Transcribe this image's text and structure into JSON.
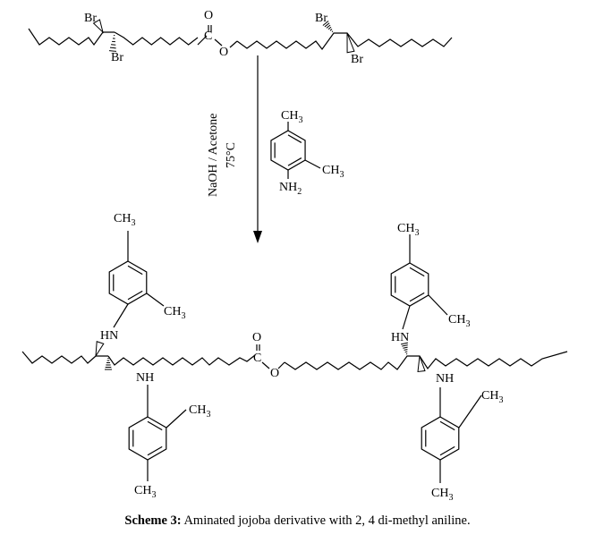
{
  "reactant": {
    "carbonyl_o": "O",
    "carbonyl_c": "C",
    "ester_o": "O",
    "br1": "Br",
    "br2": "Br",
    "br3": "Br",
    "br4": "Br"
  },
  "reagent": {
    "conditions_line1": "NaOH / Acetone",
    "conditions_line2": "75°C",
    "ch3_para": "CH3",
    "ch3_ortho": "CH3",
    "amine": "NH2"
  },
  "product": {
    "carbonyl_o": "O",
    "carbonyl_c": "C",
    "ester_o": "O",
    "hn_left": "HN",
    "nh_left": "NH",
    "hn_right": "HN",
    "nh_right": "NH",
    "ring1_ch3_para": "CH3",
    "ring1_ch3_ortho": "CH3",
    "ring2_ch3_ortho": "CH3",
    "ring2_ch3_para": "CH3",
    "ring3_ch3_para": "CH3",
    "ring3_ch3_ortho": "CH3",
    "ring4_ch3_ortho": "CH3",
    "ring4_ch3_para": "CH3"
  },
  "caption": {
    "label": "Scheme 3:",
    "text": " Aminated jojoba derivative with 2, 4 di-methyl aniline."
  }
}
